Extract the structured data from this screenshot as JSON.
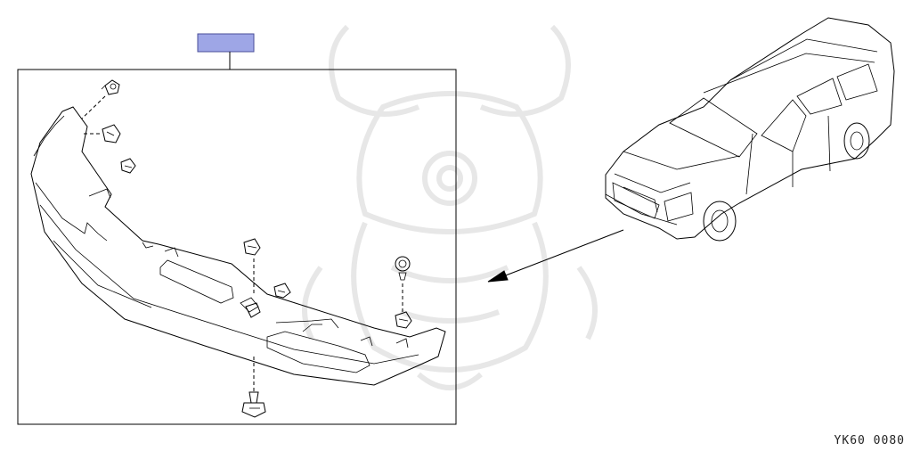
{
  "diagram": {
    "title": "",
    "figure_code": "YK60 0080",
    "callout_label": "",
    "callout_color": "#9ea6e6",
    "line_color": "#000000",
    "watermark_color": "#e7e7e7",
    "parts": [
      {
        "name": "front-bumper-cover-part"
      },
      {
        "name": "clip-fastener-part"
      },
      {
        "name": "bracket-clip-part"
      },
      {
        "name": "push-rivet-part"
      },
      {
        "name": "vehicle-wagon-overview"
      }
    ]
  }
}
